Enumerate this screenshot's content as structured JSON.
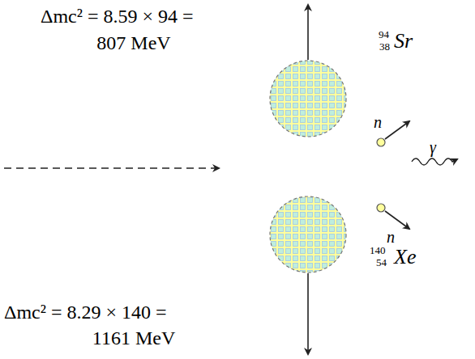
{
  "diagram": {
    "labels": [
      "Δmc² = 8.59 × 94 =",
      "807 MeV",
      "94",
      "38",
      "Sr",
      "n",
      "γ",
      "n",
      "140",
      "54",
      "Xe",
      "Δmc² = 8.29 × 140 =",
      "1161 MeV"
    ]
  }
}
